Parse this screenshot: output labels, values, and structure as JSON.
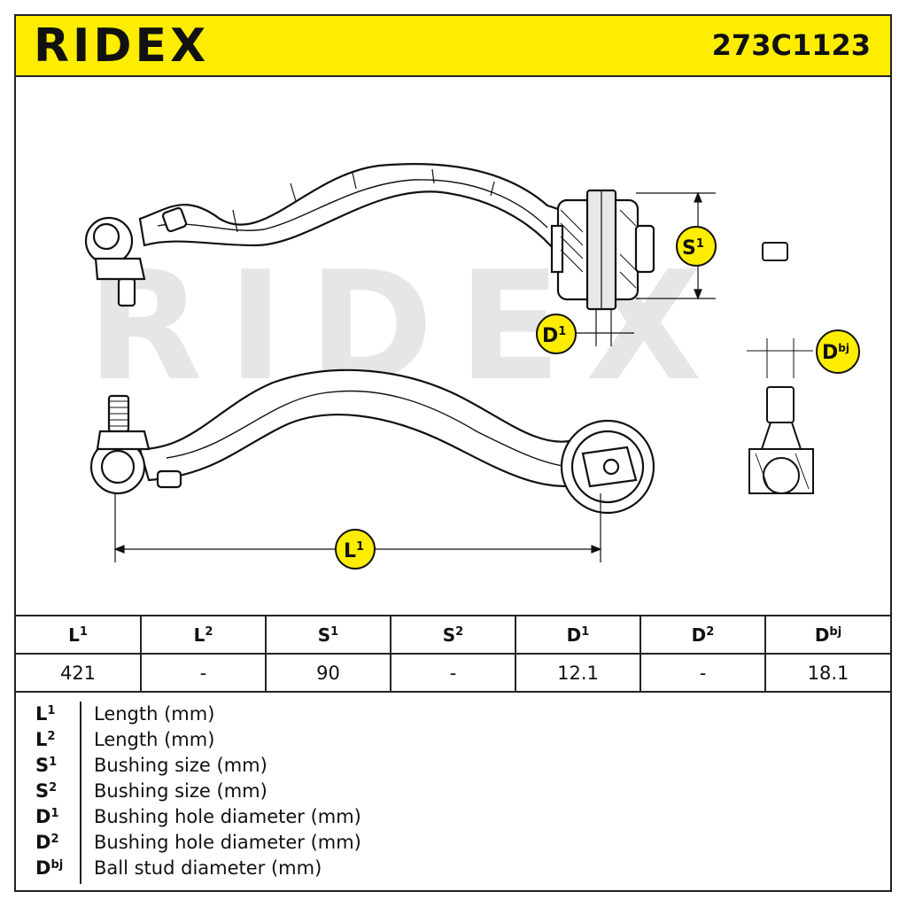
{
  "header": {
    "brand": "RIDEX",
    "part_number": "273C1123",
    "background_color": "#ffed00"
  },
  "drawing": {
    "watermark": "RIDEX",
    "badges": {
      "s1": {
        "base": "S",
        "sup": "1"
      },
      "d1": {
        "base": "D",
        "sup": "1"
      },
      "dbj": {
        "base": "D",
        "sup": "bj"
      },
      "l1": {
        "base": "L",
        "sup": "1"
      }
    },
    "badge_color": "#ffed00"
  },
  "specs": {
    "headers": [
      {
        "base": "L",
        "sup": "1"
      },
      {
        "base": "L",
        "sup": "2"
      },
      {
        "base": "S",
        "sup": "1"
      },
      {
        "base": "S",
        "sup": "2"
      },
      {
        "base": "D",
        "sup": "1"
      },
      {
        "base": "D",
        "sup": "2"
      },
      {
        "base": "D",
        "sup": "bj"
      }
    ],
    "values": [
      "421",
      "-",
      "90",
      "-",
      "12.1",
      "-",
      "18.1"
    ]
  },
  "legend": [
    {
      "base": "L",
      "sup": "1",
      "desc": "Length (mm)"
    },
    {
      "base": "L",
      "sup": "2",
      "desc": "Length (mm)"
    },
    {
      "base": "S",
      "sup": "1",
      "desc": "Bushing size (mm)"
    },
    {
      "base": "S",
      "sup": "2",
      "desc": "Bushing size (mm)"
    },
    {
      "base": "D",
      "sup": "1",
      "desc": "Bushing hole diameter (mm)"
    },
    {
      "base": "D",
      "sup": "2",
      "desc": "Bushing hole diameter (mm)"
    },
    {
      "base": "D",
      "sup": "bj",
      "desc": "Ball stud diameter (mm)"
    }
  ]
}
